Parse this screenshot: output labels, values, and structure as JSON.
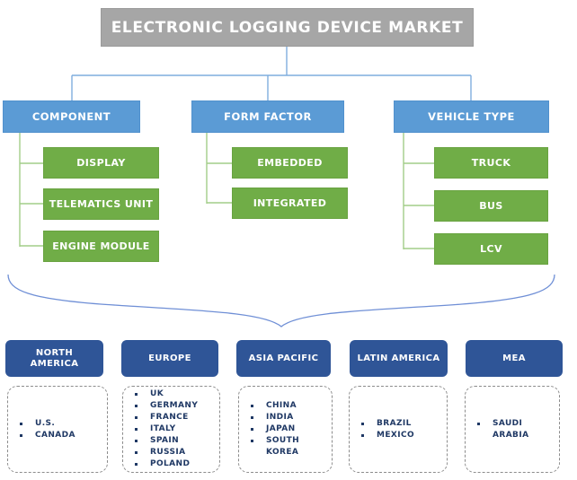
{
  "title": "ELECTRONIC LOGGING DEVICE MARKET",
  "colors": {
    "header_gray": "#a6a6a6",
    "accent_blue": "#5b9bd5",
    "accent_green": "#70ad47",
    "region_navy": "#2f5597",
    "country_text": "#1f3864",
    "connector_blue": "#7fadde",
    "connector_green": "#a2cd88",
    "brace_blue": "#6f8fd6"
  },
  "tree": {
    "branches": [
      {
        "label": "COMPONENT",
        "children": [
          "DISPLAY",
          "TELEMATICS UNIT",
          "ENGINE MODULE"
        ]
      },
      {
        "label": "FORM FACTOR",
        "children": [
          "EMBEDDED",
          "INTEGRATED"
        ]
      },
      {
        "label": "VEHICLE TYPE",
        "children": [
          "TRUCK",
          "BUS",
          "LCV"
        ]
      }
    ]
  },
  "regions": [
    {
      "label": "NORTH AMERICA",
      "countries": [
        "U.S.",
        "CANADA"
      ]
    },
    {
      "label": "EUROPE",
      "countries": [
        "UK",
        "GERMANY",
        "FRANCE",
        "ITALY",
        "SPAIN",
        "RUSSIA",
        "POLAND"
      ]
    },
    {
      "label": "ASIA PACIFIC",
      "countries": [
        "CHINA",
        "INDIA",
        "JAPAN",
        "SOUTH KOREA"
      ]
    },
    {
      "label": "LATIN AMERICA",
      "countries": [
        "BRAZIL",
        "MEXICO"
      ]
    },
    {
      "label": "MEA",
      "countries": [
        "SAUDI ARABIA"
      ]
    }
  ]
}
